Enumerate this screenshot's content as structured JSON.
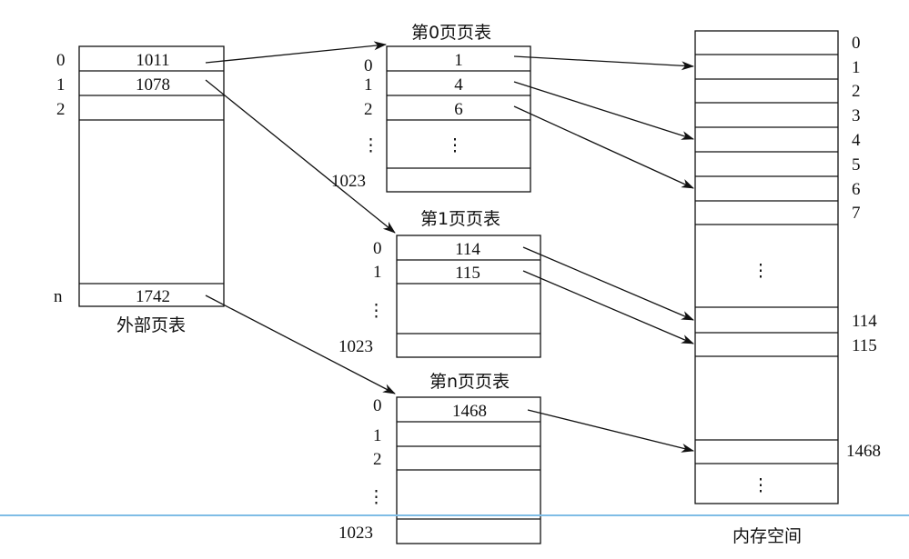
{
  "outer": {
    "title": "外部页表",
    "row_indices": [
      "0",
      "1",
      "2",
      "n"
    ],
    "entries": [
      "1011",
      "1078",
      "1742"
    ]
  },
  "pt0": {
    "title": "第0页页表",
    "row_indices": [
      "0",
      "1",
      "2",
      "⋮",
      "1023"
    ],
    "entries": [
      "1",
      "4",
      "6",
      "⋮"
    ]
  },
  "pt1": {
    "title": "第1页页表",
    "row_indices": [
      "0",
      "1",
      "⋮",
      "1023"
    ],
    "entries": [
      "114",
      "115"
    ]
  },
  "ptn": {
    "title": "第n页页表",
    "row_indices": [
      "0",
      "1",
      "2",
      "⋮",
      "1023"
    ],
    "entries": [
      "1468"
    ]
  },
  "memory": {
    "title": "内存空间",
    "frame_labels": [
      "0",
      "1",
      "2",
      "3",
      "4",
      "5",
      "6",
      "7",
      "114",
      "115",
      "1468"
    ],
    "ellipsis": [
      "⋮",
      "⋮"
    ]
  },
  "colors": {
    "line": "#111111",
    "baseline": "#7fbde6"
  }
}
